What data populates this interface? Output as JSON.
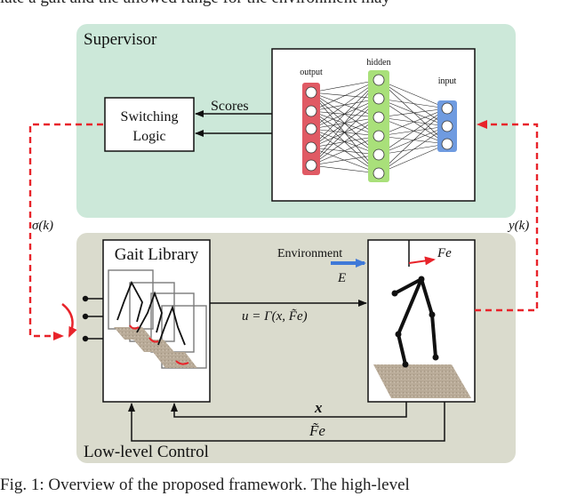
{
  "caption": {
    "top_fragment": "late a gait and the allowed range for the environment may",
    "bottom_fragment": "Fig. 1: Overview of the proposed framework. The high-level"
  },
  "supervisor": {
    "title": "Supervisor",
    "switching_logic": [
      "Switching",
      "Logic"
    ],
    "scores_label": "Scores",
    "nn_labels": {
      "output": "output",
      "hidden": "hidden",
      "input": "input"
    }
  },
  "low_level": {
    "title": "Low-level Control",
    "gait_library": "Gait Library",
    "control_law": "u = Γ(x, F̃e)",
    "environment": "Environment",
    "env_symbol": "E",
    "force_symbol": "Fe",
    "x_label": "x",
    "fe_tilde_label": "F̃e"
  },
  "signals": {
    "sigma": "σ(k)",
    "y": "y(k)"
  },
  "colors": {
    "supervisor_bg": "#cce8d9",
    "lowlevel_bg": "#dadbcd",
    "output_nodes": "#e05a64",
    "hidden_nodes": "#a9e07a",
    "input_nodes": "#6f9be0",
    "dashed_red": "#e8232a",
    "env_arrow": "#3f79d8",
    "ground": "#b9ab98"
  }
}
